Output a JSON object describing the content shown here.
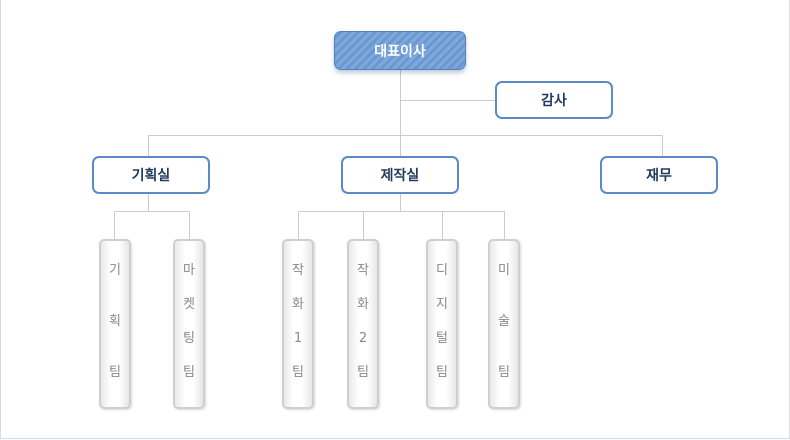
{
  "ceo": "대표이사",
  "audit": "감사",
  "departments": {
    "planning": "기획실",
    "production": "제작실",
    "finance": "재무"
  },
  "teams": [
    {
      "name": "planning-team",
      "chars": [
        "기",
        "획",
        "팀"
      ]
    },
    {
      "name": "marketing-team",
      "chars": [
        "마",
        "켓",
        "팅",
        "팀"
      ]
    },
    {
      "name": "art-1-team",
      "chars": [
        "작",
        "화",
        "1",
        "팀"
      ]
    },
    {
      "name": "art-2-team",
      "chars": [
        "작",
        "화",
        "2",
        "팀"
      ]
    },
    {
      "name": "digital-team",
      "chars": [
        "디",
        "지",
        "털",
        "팀"
      ]
    },
    {
      "name": "art-design-team",
      "chars": [
        "미",
        "술",
        "팀"
      ]
    }
  ]
}
